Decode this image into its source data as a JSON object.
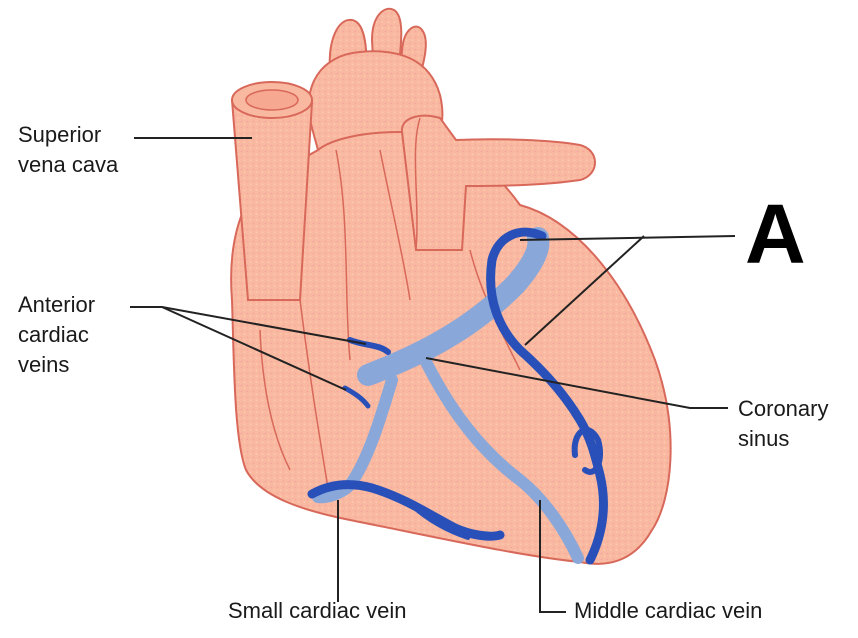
{
  "labels": {
    "superior_vena_cava": [
      "Superior",
      "vena cava"
    ],
    "anterior_cardiac_veins": [
      "Anterior",
      "cardiac",
      "veins"
    ],
    "coronary_sinus": [
      "Coronary",
      "sinus"
    ],
    "small_cardiac_vein": "Small cardiac vein",
    "middle_cardiac_vein": "Middle cardiac vein",
    "marker": "A"
  },
  "colors": {
    "heart_fill": "#f9b9a0",
    "heart_outline": "#d8685a",
    "vein_light": "#8aa7d9",
    "vein_dark": "#2850b8",
    "leader_line": "#222222"
  }
}
